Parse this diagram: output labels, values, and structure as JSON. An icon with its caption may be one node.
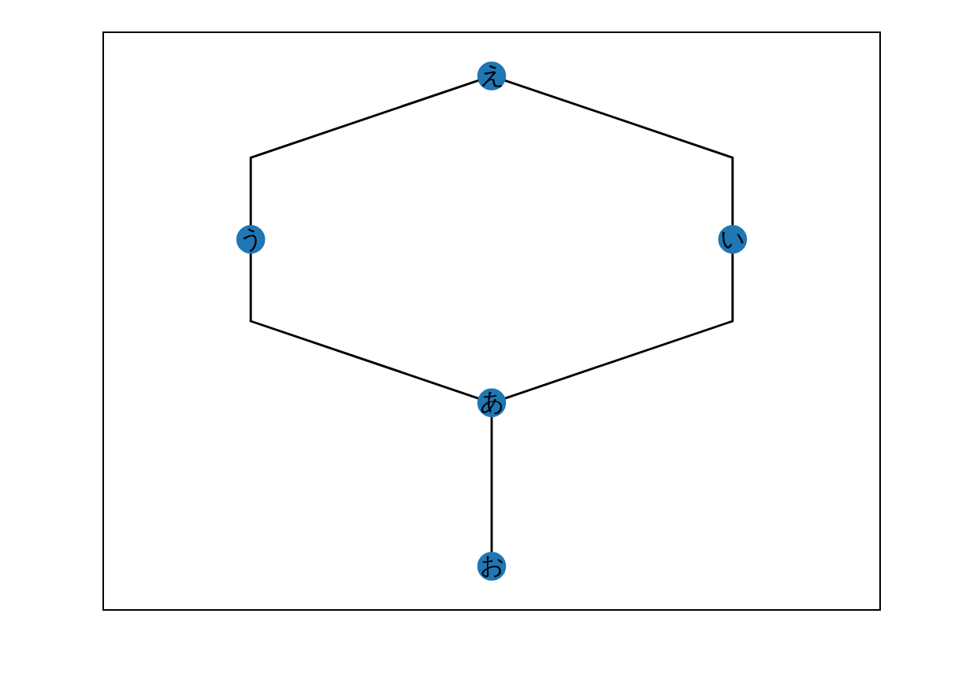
{
  "diagram": {
    "nodes": [
      {
        "text": [
          "え"
        ]
      },
      {
        "text": [
          "う"
        ]
      },
      {
        "text": [
          "い"
        ]
      },
      {
        "text": [
          "あ"
        ]
      },
      {
        "text": [
          "お"
        ]
      }
    ],
    "edges": [
      {
        "from": 0,
        "to": 1,
        "arrow": "none"
      },
      {
        "from": 0,
        "to": 2,
        "arrow": "none"
      },
      {
        "from": 1,
        "to": 3,
        "arrow": "none"
      },
      {
        "from": 2,
        "to": 3,
        "arrow": "none"
      },
      {
        "from": 3,
        "to": 4,
        "arrow": "none"
      }
    ]
  }
}
